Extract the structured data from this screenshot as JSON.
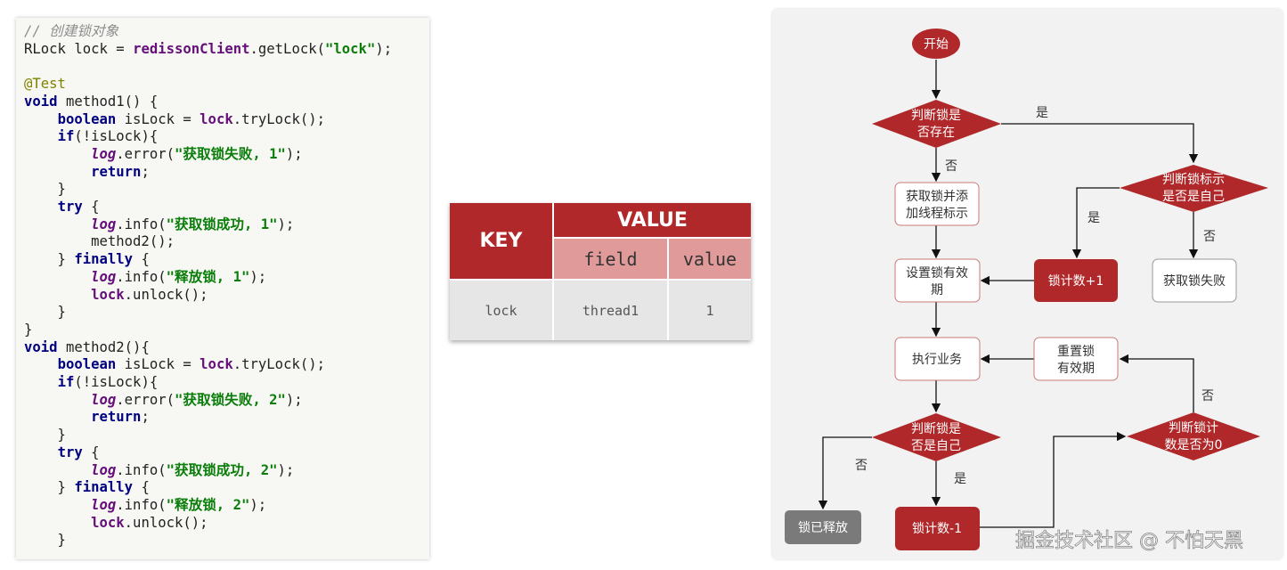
{
  "code": {
    "lines": [
      [
        [
          "c",
          "// 创建锁对象"
        ]
      ],
      [
        [
          "p",
          "RLock lock = "
        ],
        [
          "f",
          "redissonClient"
        ],
        [
          "p",
          ".getLock("
        ],
        [
          "s",
          "\"lock\""
        ],
        [
          "p",
          ");"
        ]
      ],
      [],
      [
        [
          "a",
          "@Test"
        ]
      ],
      [
        [
          "k",
          "void"
        ],
        [
          "p",
          " method1() {"
        ]
      ],
      [
        [
          "p",
          "    "
        ],
        [
          "k",
          "boolean"
        ],
        [
          "p",
          " isLock = "
        ],
        [
          "f",
          "lock"
        ],
        [
          "p",
          ".tryLock();"
        ]
      ],
      [
        [
          "p",
          "    "
        ],
        [
          "k",
          "if"
        ],
        [
          "p",
          "(!isLock){"
        ]
      ],
      [
        [
          "p",
          "        "
        ],
        [
          "l",
          "log"
        ],
        [
          "p",
          ".error("
        ],
        [
          "s",
          "\"获取锁失败, 1\""
        ],
        [
          "p",
          ");"
        ]
      ],
      [
        [
          "p",
          "        "
        ],
        [
          "k",
          "return"
        ],
        [
          "p",
          ";"
        ]
      ],
      [
        [
          "p",
          "    }"
        ]
      ],
      [
        [
          "p",
          "    "
        ],
        [
          "k",
          "try"
        ],
        [
          "p",
          " {"
        ]
      ],
      [
        [
          "p",
          "        "
        ],
        [
          "l",
          "log"
        ],
        [
          "p",
          ".info("
        ],
        [
          "s",
          "\"获取锁成功, 1\""
        ],
        [
          "p",
          ");"
        ]
      ],
      [
        [
          "p",
          "        method2();"
        ]
      ],
      [
        [
          "p",
          "    } "
        ],
        [
          "k",
          "finally"
        ],
        [
          "p",
          " {"
        ]
      ],
      [
        [
          "p",
          "        "
        ],
        [
          "l",
          "log"
        ],
        [
          "p",
          ".info("
        ],
        [
          "s",
          "\"释放锁, 1\""
        ],
        [
          "p",
          ");"
        ]
      ],
      [
        [
          "p",
          "        "
        ],
        [
          "f",
          "lock"
        ],
        [
          "p",
          ".unlock();"
        ]
      ],
      [
        [
          "p",
          "    }"
        ]
      ],
      [
        [
          "p",
          "}"
        ]
      ],
      [
        [
          "k",
          "void"
        ],
        [
          "p",
          " method2(){"
        ]
      ],
      [
        [
          "p",
          "    "
        ],
        [
          "k",
          "boolean"
        ],
        [
          "p",
          " isLock = "
        ],
        [
          "f",
          "lock"
        ],
        [
          "p",
          ".tryLock();"
        ]
      ],
      [
        [
          "p",
          "    "
        ],
        [
          "k",
          "if"
        ],
        [
          "p",
          "(!isLock){"
        ]
      ],
      [
        [
          "p",
          "        "
        ],
        [
          "l",
          "log"
        ],
        [
          "p",
          ".error("
        ],
        [
          "s",
          "\"获取锁失败, 2\""
        ],
        [
          "p",
          ");"
        ]
      ],
      [
        [
          "p",
          "        "
        ],
        [
          "k",
          "return"
        ],
        [
          "p",
          ";"
        ]
      ],
      [
        [
          "p",
          "    }"
        ]
      ],
      [
        [
          "p",
          "    "
        ],
        [
          "k",
          "try"
        ],
        [
          "p",
          " {"
        ]
      ],
      [
        [
          "p",
          "        "
        ],
        [
          "l",
          "log"
        ],
        [
          "p",
          ".info("
        ],
        [
          "s",
          "\"获取锁成功, 2\""
        ],
        [
          "p",
          ");"
        ]
      ],
      [
        [
          "p",
          "    } "
        ],
        [
          "k",
          "finally"
        ],
        [
          "p",
          " {"
        ]
      ],
      [
        [
          "p",
          "        "
        ],
        [
          "l",
          "log"
        ],
        [
          "p",
          ".info("
        ],
        [
          "s",
          "\"释放锁, 2\""
        ],
        [
          "p",
          ");"
        ]
      ],
      [
        [
          "p",
          "        "
        ],
        [
          "f",
          "lock"
        ],
        [
          "p",
          ".unlock();"
        ]
      ],
      [
        [
          "p",
          "    }"
        ]
      ]
    ]
  },
  "table": {
    "key_header": "KEY",
    "value_header": "VALUE",
    "field_header": "field",
    "value_sub_header": "value",
    "row": {
      "key": "lock",
      "field": "thread1",
      "value": "1"
    }
  },
  "flow": {
    "colors": {
      "red": "#b0282a",
      "gray": "#7a7a7a",
      "panel": "#f2f2f2"
    },
    "start": "开始",
    "d1": [
      "判断锁是",
      "否存在"
    ],
    "d2": [
      "判断锁标示",
      "是否是自己"
    ],
    "acquire": [
      "获取锁并添",
      "加线程标示"
    ],
    "set_expire": [
      "设置锁有效",
      "期"
    ],
    "count_plus": "锁计数+1",
    "fail": "获取锁失败",
    "exec": "执行业务",
    "reset": [
      "重置锁",
      "有效期"
    ],
    "d3": [
      "判断锁是",
      "否是自己"
    ],
    "d4": [
      "判断锁计",
      "数是否为0"
    ],
    "released": "锁已释放",
    "count_minus": "锁计数-1",
    "yes": "是",
    "no": "否"
  },
  "watermark": "掘金技术社区 @ 不怕天黑"
}
